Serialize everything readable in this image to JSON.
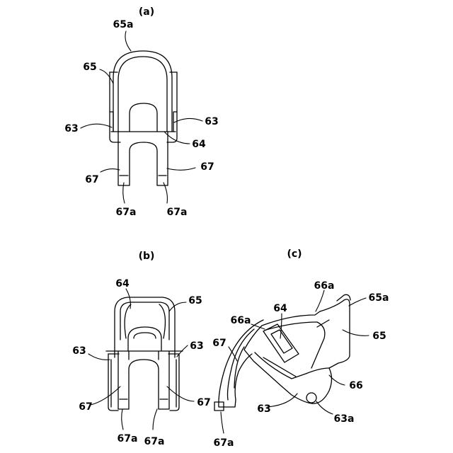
{
  "panels": {
    "a": {
      "title": "(a)",
      "labels": {
        "l65a": "65a",
        "l65": "65",
        "l63_left": "63",
        "l63_right": "63",
        "l64": "64",
        "l67_left": "67",
        "l67_right": "67",
        "l67a_left": "67a",
        "l67a_right": "67a"
      }
    },
    "b": {
      "title": "(b)",
      "labels": {
        "l64": "64",
        "l65": "65",
        "l63_left": "63",
        "l63_right": "63",
        "l67_left": "67",
        "l67_right": "67",
        "l67a_left": "67a",
        "l67a_right": "67a"
      }
    },
    "c": {
      "title": "(c)",
      "labels": {
        "l66a_top": "66a",
        "l65a": "65a",
        "l64": "64",
        "l66a_left": "66a",
        "l65": "65",
        "l67": "67",
        "l66": "66",
        "l63": "63",
        "l63a": "63a",
        "l67a": "67a"
      }
    }
  }
}
